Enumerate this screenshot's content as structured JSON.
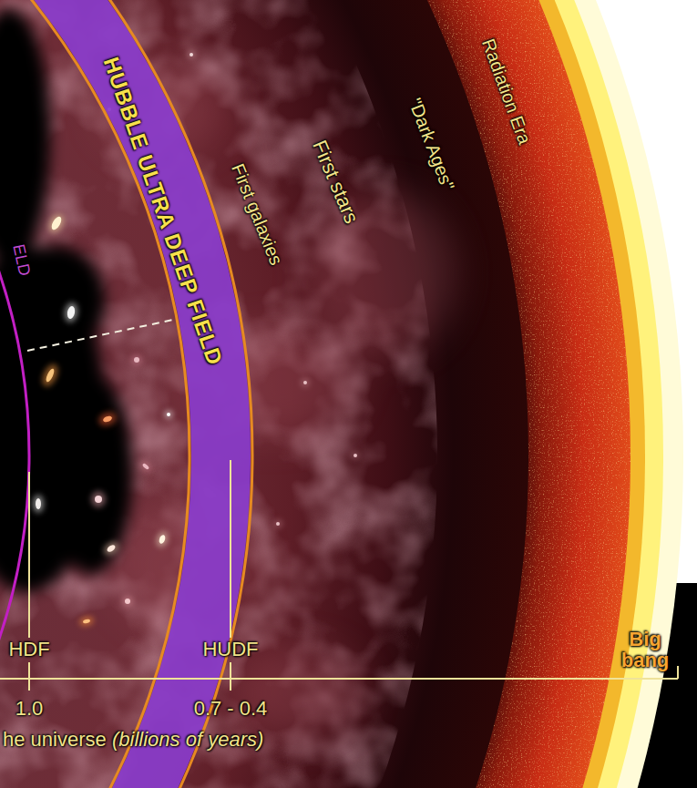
{
  "diagram": {
    "nodes": [
      {
        "text": [
          "HUBBLE ULTRA DEEP FIELD"
        ]
      }
    ],
    "labels": [
      "ELD",
      "First galaxies",
      "First stars",
      "\"Dark Ages\"",
      "Radiation Era",
      "HDF",
      "HUDF",
      "Big bang",
      "1.0",
      "0.7 - 0.4",
      "he universe",
      "(billions of years)"
    ]
  }
}
